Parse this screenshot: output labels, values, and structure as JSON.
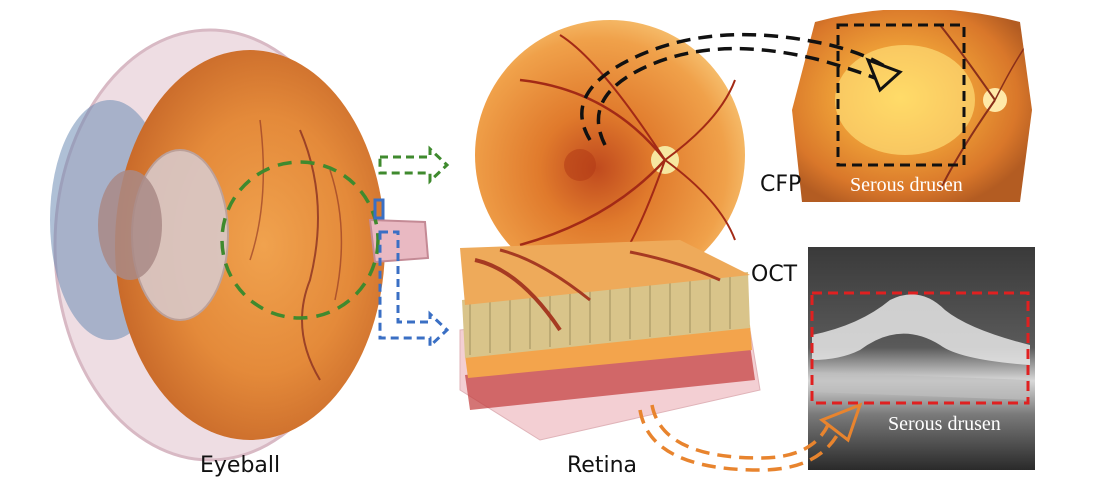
{
  "labels": {
    "eyeball": "Eyeball",
    "retina": "Retina",
    "cfp": "CFP",
    "oct": "OCT",
    "cfp_finding": "Serous drusen",
    "oct_finding": "Serous drusen"
  },
  "colors": {
    "green_marker": "#3f8a2e",
    "blue_marker": "#3a6fc4",
    "black_marker": "#111111",
    "red_marker": "#e02020",
    "orange_marker": "#e8842e",
    "retina_orange": "#e07a2c",
    "fundus_disc": "#f6e7a0"
  }
}
